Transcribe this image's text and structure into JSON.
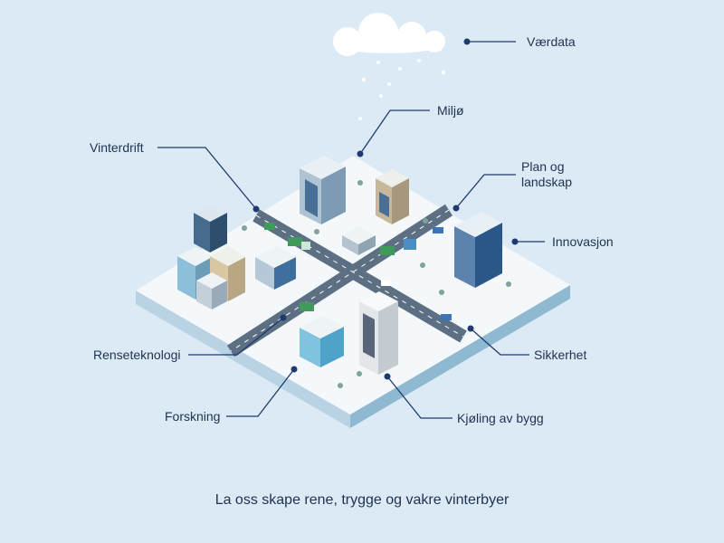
{
  "labels": {
    "vaerdata": "Værdata",
    "miljo": "Miljø",
    "vinterdrift": "Vinterdrift",
    "plan_og_landskap": "Plan og\nlandskap",
    "innovasjon": "Innovasjon",
    "renseteknologi": "Renseteknologi",
    "sikkerhet": "Sikkerhet",
    "forskning": "Forskning",
    "kjoling_av_bygg": "Kjøling av bygg"
  },
  "caption": "La oss skape rene, trygge og vakre vinterbyer",
  "colors": {
    "background": "#dbeaf5",
    "leader_line": "#1f3a6e",
    "snow": "#f4f8fb",
    "road": "#5d6f82",
    "block_side_left": "#b9d3e4",
    "block_side_right": "#8fb8d1",
    "vehicle_green": "#3f9a5b"
  }
}
